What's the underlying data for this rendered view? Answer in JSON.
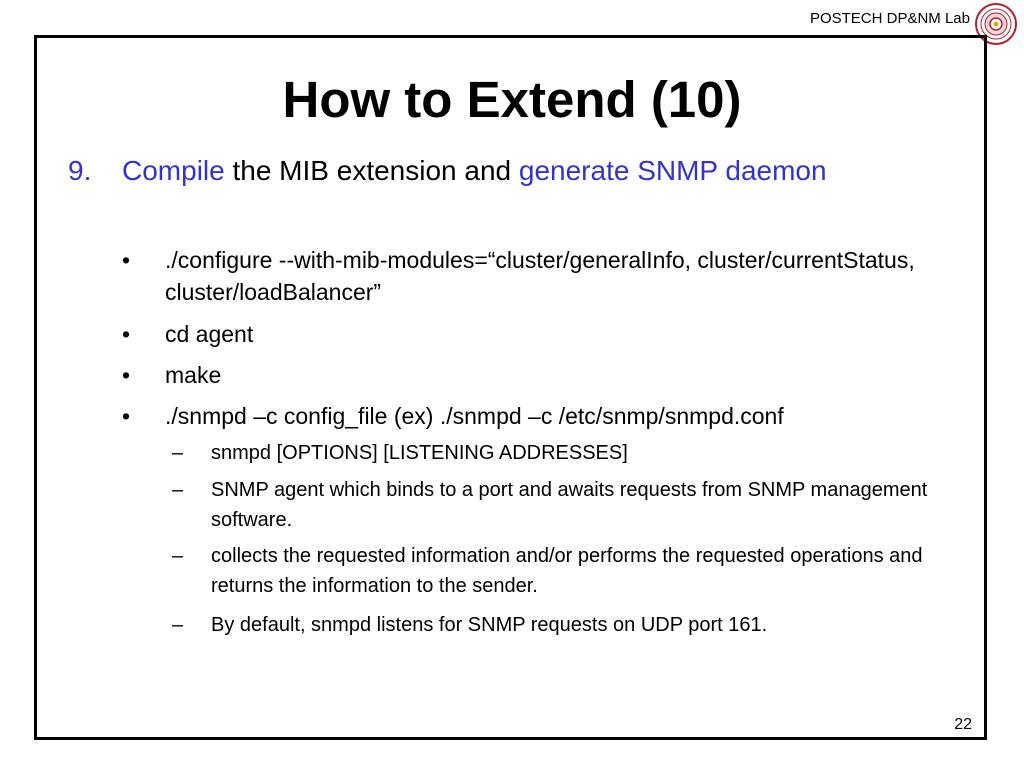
{
  "header": {
    "lab_name": "POSTECH DP&NM Lab"
  },
  "slide": {
    "title": "How to Extend (10)",
    "item": {
      "number": "9.",
      "part1": "Compile",
      "part2": " the MIB extension and ",
      "part3": "generate SNMP daemon"
    },
    "bullets": [
      {
        "marker": "•",
        "text": "./configure --with-mib-modules=“cluster/generalInfo, cluster/currentStatus, cluster/loadBalancer”"
      },
      {
        "marker": "•",
        "text": "cd agent"
      },
      {
        "marker": "•",
        "text": "make"
      },
      {
        "marker": "•",
        "text": "./snmpd –c config_file (ex) ./snmpd –c /etc/snmp/snmpd.conf"
      }
    ],
    "subbullets": [
      {
        "marker": "–",
        "text": "snmpd [OPTIONS] [LISTENING ADDRESSES]"
      },
      {
        "marker": "–",
        "text": "SNMP agent which binds to a port and awaits requests from SNMP management software."
      },
      {
        "marker": "–",
        "text": "collects the requested information and/or performs the requested operations and returns the information to the sender."
      },
      {
        "marker": "–",
        "text": "By default, snmpd listens for SNMP requests on  UDP port 161."
      }
    ],
    "page_number": "22"
  },
  "colors": {
    "accent": "#3333cc",
    "logo_red": "#b22234"
  }
}
